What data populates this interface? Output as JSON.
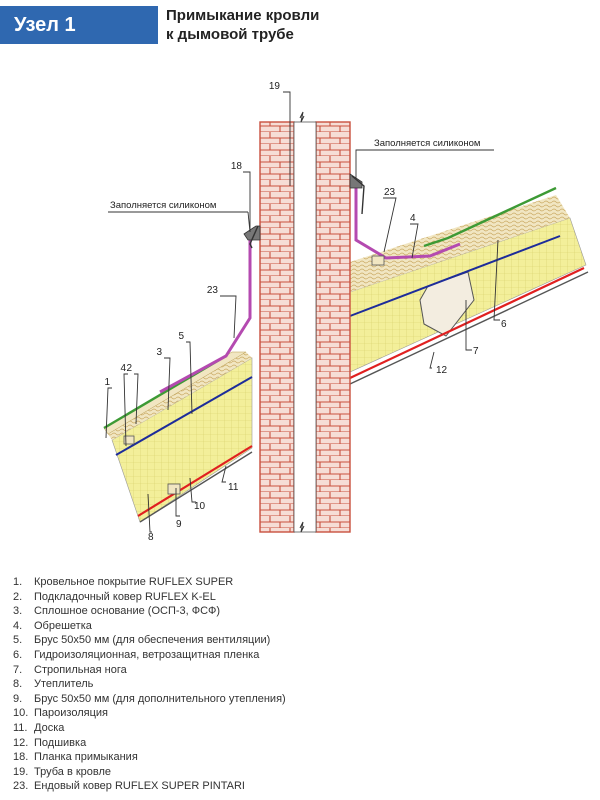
{
  "header": {
    "badge": "Узел 1",
    "title_line1": "Примыкание кровли",
    "title_line2": "к дымовой трубе"
  },
  "callouts": [
    {
      "id": "c19",
      "text": "19"
    },
    {
      "id": "c18",
      "text": "18"
    },
    {
      "id": "c23a",
      "text": "23"
    },
    {
      "id": "c23b",
      "text": "23"
    },
    {
      "id": "c4a",
      "text": "4"
    },
    {
      "id": "c4b",
      "text": "4"
    },
    {
      "id": "c1",
      "text": "1"
    },
    {
      "id": "c2",
      "text": "2"
    },
    {
      "id": "c3",
      "text": "3"
    },
    {
      "id": "c5",
      "text": "5"
    },
    {
      "id": "c6",
      "text": "6"
    },
    {
      "id": "c7",
      "text": "7"
    },
    {
      "id": "c8",
      "text": "8"
    },
    {
      "id": "c9",
      "text": "9"
    },
    {
      "id": "c10",
      "text": "10"
    },
    {
      "id": "c11",
      "text": "11"
    },
    {
      "id": "c12",
      "text": "12"
    }
  ],
  "notes": {
    "silicone_left": "Заполняется силиконом",
    "silicone_right": "Заполняется силиконом"
  },
  "legend": [
    {
      "num": "1.",
      "text": "Кровельное покрытие RUFLEX SUPER"
    },
    {
      "num": "2.",
      "text": "Подкладочный ковер RUFLEX K-EL"
    },
    {
      "num": "3.",
      "text": "Сплошное основание (ОСП-3, ФСФ)"
    },
    {
      "num": "4.",
      "text": "Обрешетка"
    },
    {
      "num": "5.",
      "text": "Брус 50х50 мм (для обеспечения вентиляции)"
    },
    {
      "num": "6.",
      "text": "Гидроизоляционная, ветрозащитная пленка"
    },
    {
      "num": "7.",
      "text": "Стропильная нога"
    },
    {
      "num": "8.",
      "text": "Утеплитель"
    },
    {
      "num": "9.",
      "text": "Брус 50х50 мм (для дополнительного утепления)"
    },
    {
      "num": "10.",
      "text": "Пароизоляция"
    },
    {
      "num": "11.",
      "text": "Доска"
    },
    {
      "num": "12.",
      "text": "Подшивка"
    },
    {
      "num": "18.",
      "text": "Планка примыкания"
    },
    {
      "num": "19.",
      "text": "Труба в кровле"
    },
    {
      "num": "23.",
      "text": "Ендовый ковер RUFLEX SUPER PINTARI"
    }
  ],
  "colors": {
    "badge": "#2f68b0",
    "brick": "#c9513f",
    "insulation": "#f3ef9a",
    "green_membrane": "#3d9a35",
    "purple_valley": "#b44ab0",
    "blue_film": "#1d2c9a",
    "red_vapor": "#e02020"
  }
}
